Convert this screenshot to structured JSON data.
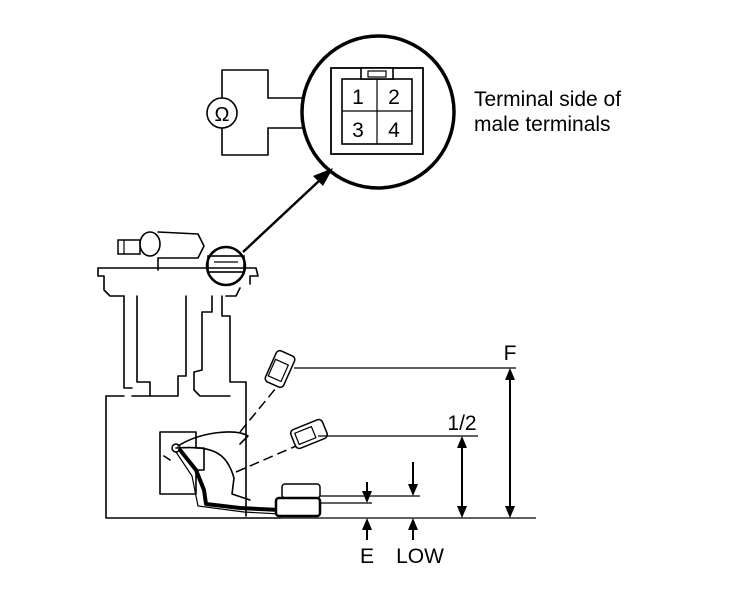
{
  "caption": {
    "line1": "Terminal side of",
    "line2": "male terminals"
  },
  "connector": {
    "pins": [
      "1",
      "2",
      "3",
      "4"
    ]
  },
  "ohmmeter": {
    "symbol": "Ω",
    "icon": "ohmmeter-icon"
  },
  "float_levels": {
    "full": "F",
    "half": "1/2",
    "empty": "E",
    "low": "LOW"
  }
}
